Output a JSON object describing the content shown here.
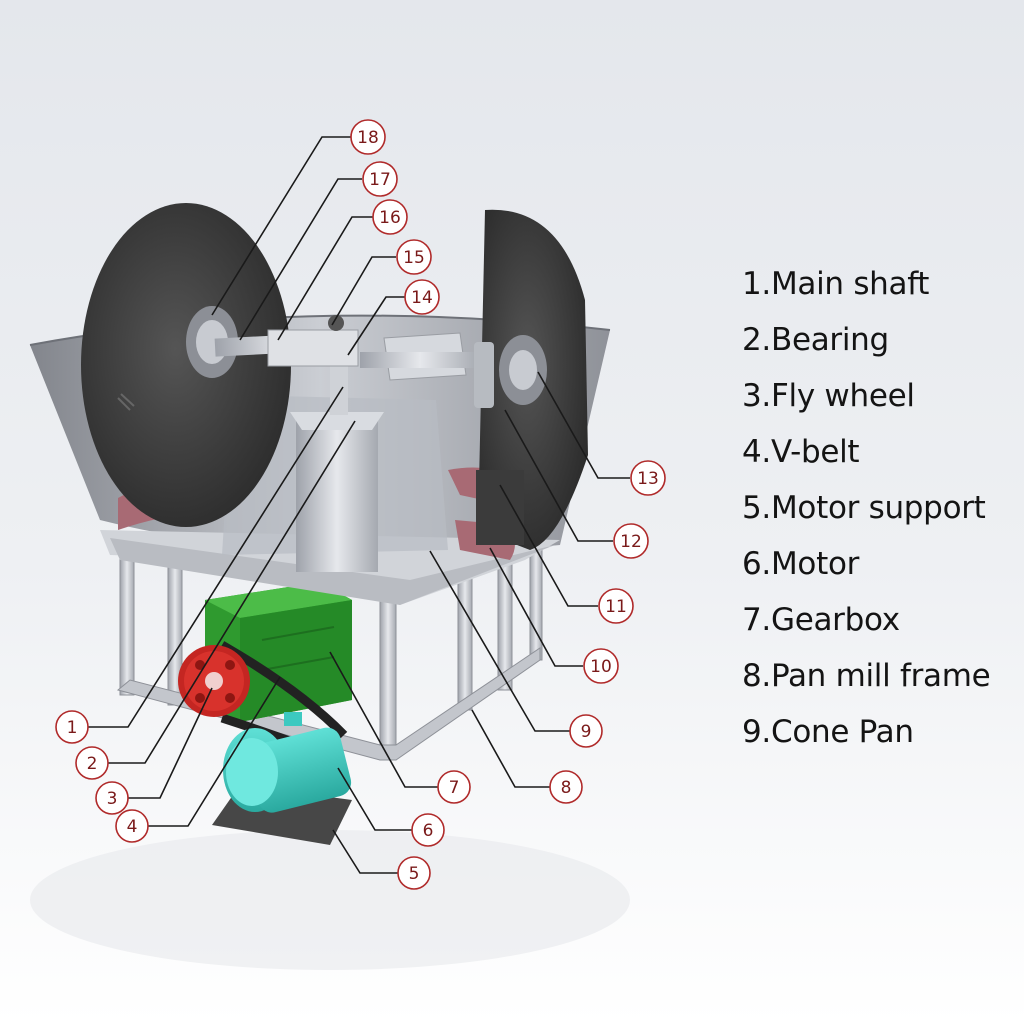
{
  "legend": [
    "1.Main shaft",
    "2.Bearing",
    "3.Fly wheel",
    "4.V-belt",
    "5.Motor support",
    "6.Motor",
    "7.Gearbox",
    "8.Pan mill frame",
    "9.Cone Pan"
  ],
  "callouts": [
    "1",
    "2",
    "3",
    "4",
    "5",
    "6",
    "7",
    "8",
    "9",
    "10",
    "11",
    "12",
    "13",
    "14",
    "15",
    "16",
    "17",
    "18"
  ],
  "colors": {
    "callout_ring": "#b02a2a",
    "leader_line": "#1a1a1a",
    "grinding_wheel": "#3a3a3a",
    "flywheel": "#d8322c",
    "gearbox": "#2f9a2f",
    "motor": "#3cc9c0",
    "liner": "#a86a74",
    "steel": "#c9ccd2"
  }
}
